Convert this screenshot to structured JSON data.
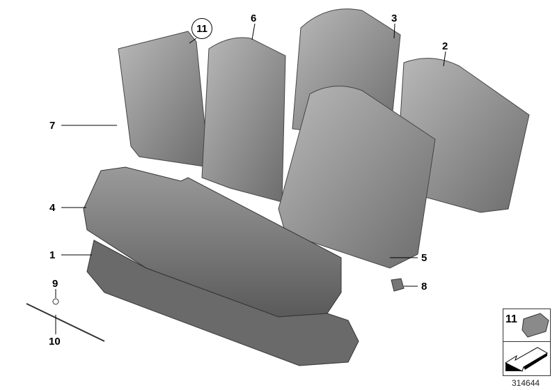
{
  "diagram": {
    "parts": [
      {
        "number": "11",
        "circled": true
      },
      {
        "number": "6"
      },
      {
        "number": "3"
      },
      {
        "number": "2"
      },
      {
        "number": "7"
      },
      {
        "number": "4"
      },
      {
        "number": "1"
      },
      {
        "number": "5"
      },
      {
        "number": "8"
      },
      {
        "number": "9"
      },
      {
        "number": "10"
      }
    ],
    "legend_box": {
      "number": "11",
      "icon": "arrow-icon"
    },
    "diagram_number": "314644",
    "colors": {
      "part_fill": "#8a8a8a",
      "part_dark": "#5e5e5e",
      "part_light": "#b5b5b5",
      "line": "#000000"
    }
  }
}
